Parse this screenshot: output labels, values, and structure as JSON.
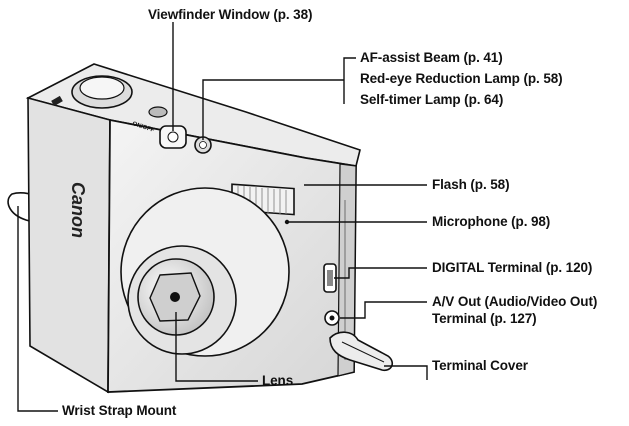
{
  "labels": {
    "viewfinder": "Viewfinder Window (p. 38)",
    "af_assist": "AF-assist Beam (p. 41)",
    "red_eye": "Red-eye Reduction Lamp (p. 58)",
    "self_timer": "Self-timer Lamp (p. 64)",
    "flash": "Flash (p. 58)",
    "microphone": "Microphone (p. 98)",
    "digital_terminal": "DIGITAL Terminal (p. 120)",
    "av_out_line1": "A/V Out (Audio/Video Out)",
    "av_out_line2": "Terminal (p. 127)",
    "lens": "Lens",
    "terminal_cover": "Terminal Cover",
    "wrist_strap": "Wrist Strap Mount"
  },
  "camera_markings": {
    "brand": "Canon",
    "power_button": "ON/OFF"
  }
}
